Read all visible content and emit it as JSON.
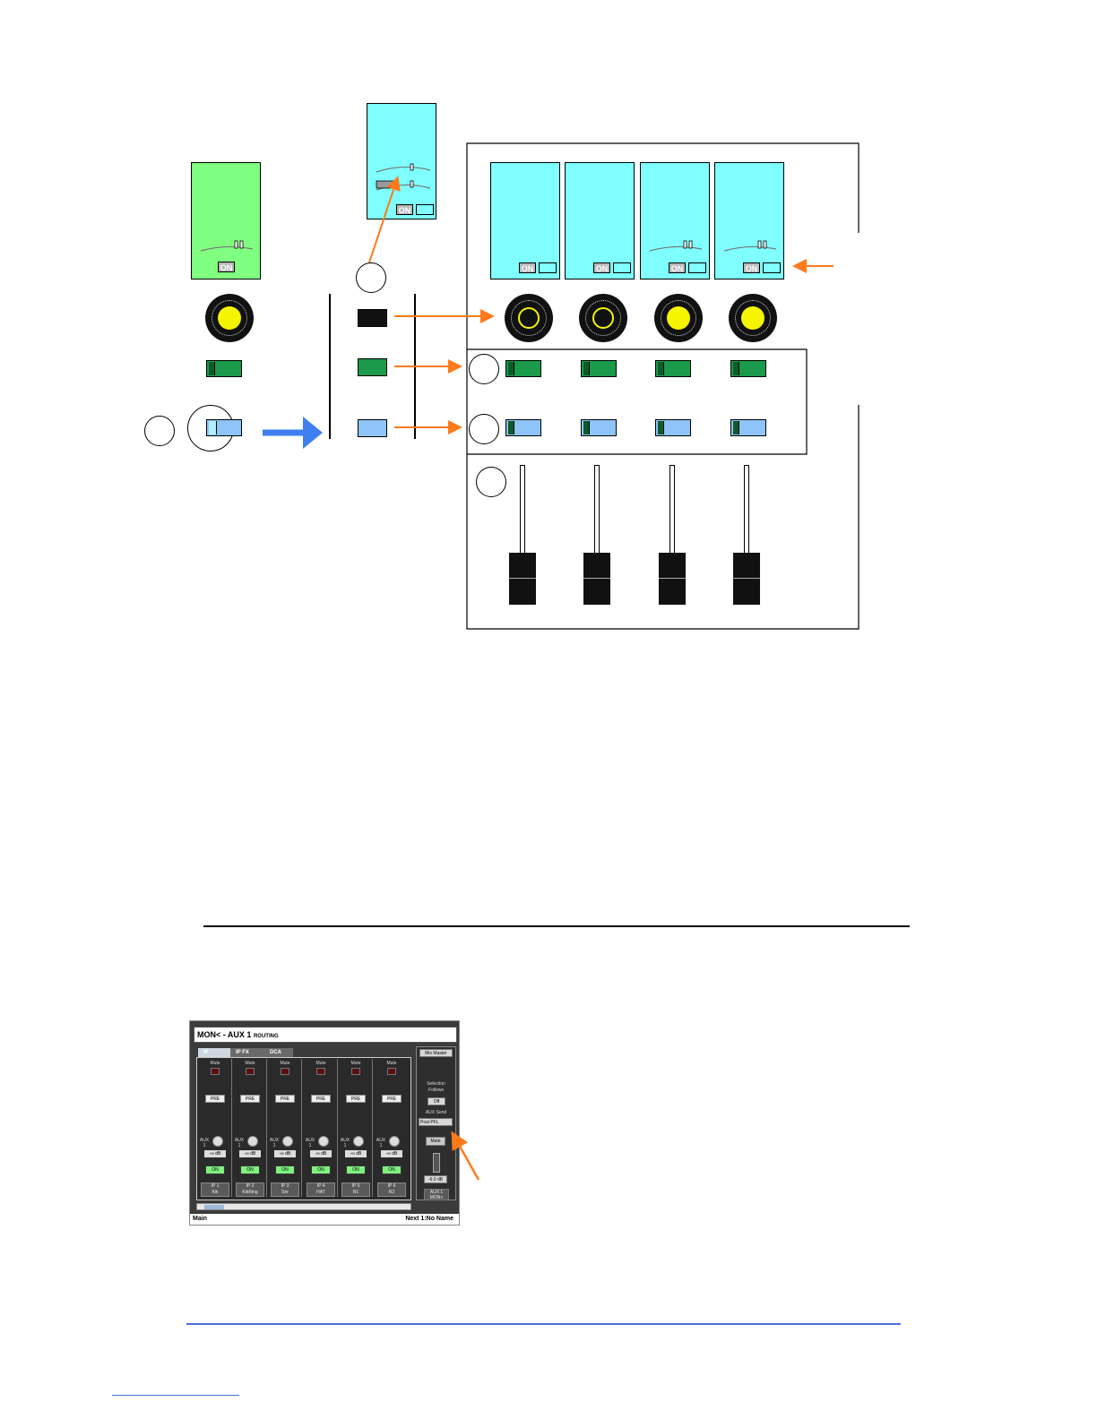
{
  "on_label": "ON",
  "screen": {
    "title_main": "MON< - AUX 1",
    "title_sub": "ROUTING",
    "tabs": [
      "IP",
      "IP FX",
      "DCA"
    ],
    "strips": [
      {
        "mute": "Mute",
        "pre": "PRE",
        "aux": "AUX 1",
        "value": "-∞ dB",
        "on": "ON",
        "name_line1": "IP 1",
        "name_line2": "Kik"
      },
      {
        "mute": "Mute",
        "pre": "PRE",
        "aux": "AUX 1",
        "value": "-∞ dB",
        "on": "ON",
        "name_line1": "IP 2",
        "name_line2": "KikRing"
      },
      {
        "mute": "Mute",
        "pre": "PRE",
        "aux": "AUX 1",
        "value": "-∞ dB",
        "on": "ON",
        "name_line1": "IP 3",
        "name_line2": "Snr"
      },
      {
        "mute": "Mute",
        "pre": "PRE",
        "aux": "AUX 1",
        "value": "-∞ dB",
        "on": "ON",
        "name_line1": "IP 4",
        "name_line2": "HAT"
      },
      {
        "mute": "Mute",
        "pre": "PRE",
        "aux": "AUX 1",
        "value": "-∞ dB",
        "on": "ON",
        "name_line1": "IP 5",
        "name_line2": "R1"
      },
      {
        "mute": "Mute",
        "pre": "PRE",
        "aux": "AUX 1",
        "value": "-∞ dB",
        "on": "ON",
        "name_line1": "IP 6",
        "name_line2": "R2"
      }
    ],
    "side": {
      "mix_master": "Mix Master",
      "selection_label_1": "Selection",
      "selection_label_2": "Follows",
      "selection_value": "Off",
      "aux_send_label": "AUX Send",
      "aux_send_value": "Post PFL",
      "mute_button": "Mute",
      "level": "-6.0 dB",
      "aux_name_1": "AUX 1",
      "aux_name_2": "MON<"
    },
    "footer_left": "Main",
    "footer_right": "Next 1:No Name"
  }
}
